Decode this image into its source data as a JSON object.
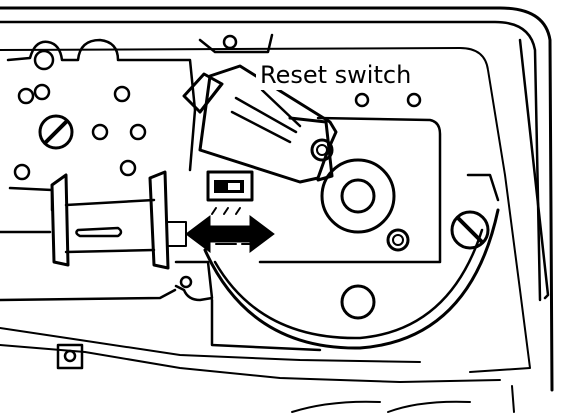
{
  "diagram": {
    "callout_label": "Reset switch",
    "colors": {
      "ink": "#000000",
      "paper": "#ffffff"
    },
    "parts": {
      "housing": "housing",
      "reset_switch_body": "reset-switch-body",
      "switch_slider": "switch-slider",
      "slide_direction_arrow": "double-headed-arrow",
      "drive_gear": "drive-gear",
      "spool": "spool",
      "mounting_holes": "mounting-holes"
    }
  }
}
